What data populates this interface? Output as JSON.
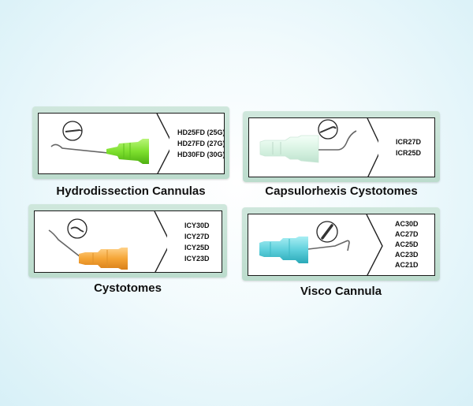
{
  "products": [
    {
      "title": "Hydrodissection Cannulas",
      "codes": [
        "HD25FD (25G)",
        "HD27FD (27G)",
        "HD30FD (30G)"
      ],
      "hub_color": "#7ee02e",
      "icons": [
        "cannula-icon",
        "magnifier-icon"
      ]
    },
    {
      "title": "Capsulorhexis Cystotomes",
      "codes": [
        "ICR27D",
        "ICR25D"
      ],
      "hub_color": "#dff5e6",
      "icons": [
        "cystotome-icon",
        "magnifier-icon"
      ]
    },
    {
      "title": "Cystotomes",
      "codes": [
        "ICY30D",
        "ICY27D",
        "ICY25D",
        "ICY23D"
      ],
      "hub_color": "#f5a536",
      "icons": [
        "cystotome-icon",
        "magnifier-icon"
      ]
    },
    {
      "title": "Visco Cannula",
      "codes": [
        "AC30D",
        "AC27D",
        "AC25D",
        "AC23D",
        "AC21D"
      ],
      "hub_color": "#5fd0dc",
      "icons": [
        "cannula-icon",
        "magnifier-icon"
      ]
    }
  ]
}
